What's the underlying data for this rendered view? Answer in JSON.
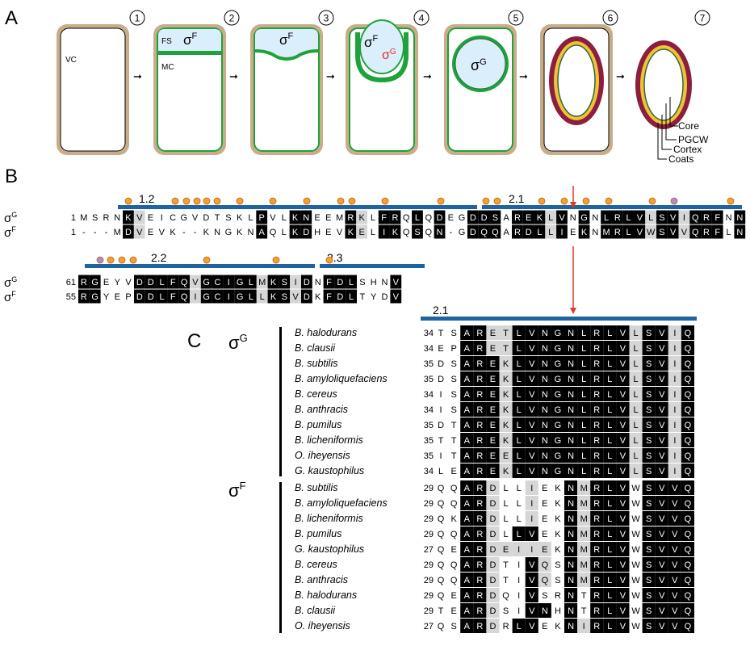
{
  "panel_labels": {
    "a": "A",
    "b": "B",
    "c": "C"
  },
  "panel_a": {
    "step_numbers": [
      "1",
      "2",
      "3",
      "4",
      "5",
      "6",
      "7"
    ],
    "labels": {
      "vc": "VC",
      "fs": "FS",
      "mc": "MC",
      "sigma": "σ",
      "sup_f": "F",
      "sup_g": "G",
      "core": "Core",
      "pgcw": "PGCW",
      "cortex": "Cortex",
      "coats": "Coats"
    },
    "arrow_glyph": "➞",
    "colors": {
      "wall": "#c9ad8a",
      "membrane": "#1fa23c",
      "forespore": "#dbeefb",
      "cortex": "#f2c234",
      "coat": "#8a1f40"
    }
  },
  "panel_b": {
    "region_labels": {
      "r12": "1.2",
      "r21": "2.1",
      "r22": "2.2",
      "r23": "2.3"
    },
    "row_labels": {
      "sigma": "σ",
      "g": "G",
      "f": "F"
    },
    "block1": {
      "rows": [
        {
          "num": "1",
          "seq": "MSRNKVEICGVDTSKLPVLKNEEMRKLFRQLQDEGDDSAREKLVNGNLRLVLSVIQRFNN"
        },
        {
          "num": "1",
          "seq": "---MDVEVK--KNGKNAQLKDHEVKELIKQSQN-GDQQARDLLIEKNMRLVWSVVQRFLN"
        }
      ],
      "shade": [
        "....bg..........b..bb...bg.bb.b.b..bbb.bbbgb.b.bbbbgbbgbbb.b",
        "....bg..........b..bb...bg.bb.b.b..bbb.bbbgb.b.bbbbgbbgbbb.b"
      ]
    },
    "block2": {
      "rows": [
        {
          "num": "61",
          "seq": "RGEYVDDLFQVGCIGLMKSIDNFDLSHNV"
        },
        {
          "num": "55",
          "seq": "RGYEPDDLFQIGCIGLLKSVDKFDLTYDV"
        }
      ],
      "shade": [
        "bb...bbbbbgbbbbbgbbgb.bbb...b",
        "bb...bbbbbgbbbbbgbbgb.bbb...b"
      ]
    },
    "colors": {
      "bar": "#1e64a0",
      "dot": "#f2a22c",
      "dot_alt": "#a78fc6",
      "arrow": "#dd3a2a",
      "black": "#000000",
      "gray": "#d6d6d6"
    }
  },
  "panel_c": {
    "region_label": "2.1",
    "group_g": {
      "sigma": "σ",
      "sup": "G",
      "rows": [
        {
          "species": "B. halodurans",
          "num": "34",
          "seq": "TSARETLVNGNLRLVLSVIQ",
          "shade": "..bbggbbbbbbbbbgbbgb"
        },
        {
          "species": "B. clausii",
          "num": "34",
          "seq": "EPARETLVNGNLRLVLSVIQ",
          "shade": "..bbggbbbbbbbbbgbbgb"
        },
        {
          "species": "B. subtilis",
          "num": "35",
          "seq": "DSAREKLVNGNLRLVLSVIQ",
          "shade": "..bbbgbbbbbbbbbgbbgb"
        },
        {
          "species": "B. amyloliquefaciens",
          "num": "35",
          "seq": "DSAREKLVNGNLRLVLSVIQ",
          "shade": "..bbbgbbbbbbbbbgbbgb"
        },
        {
          "species": "B. cereus",
          "num": "34",
          "seq": "ISAREKLVNGNLRLVLSVIQ",
          "shade": "..bbbgbbbbbbbbbgbbgb"
        },
        {
          "species": "B. anthracis",
          "num": "34",
          "seq": "ISAREKLVNGNLRLVLSVIQ",
          "shade": "..bbbgbbbbbbbbbgbbgb"
        },
        {
          "species": "B. pumilus",
          "num": "35",
          "seq": "DTAREKLVNGNLRLVLSVIQ",
          "shade": "..bbbgbbbbbbbbbgbbgb"
        },
        {
          "species": "B. licheniformis",
          "num": "35",
          "seq": "TTAREKLVNGNLRLVLSVIQ",
          "shade": "..bbbgbbbbbbbbbgbbgb"
        },
        {
          "species": "O. iheyensis",
          "num": "35",
          "seq": "ITAREELVNGNLRLVLSVIQ",
          "shade": "..bbbgbbbbbbbbbgbbgb"
        },
        {
          "species": "G. kaustophilus",
          "num": "34",
          "seq": "LEAREKLVNGNLRLVLSVIQ",
          "shade": "..bbbgbbbbbbbbbgbbgb"
        }
      ]
    },
    "group_f": {
      "sigma": "σ",
      "sup": "F",
      "rows": [
        {
          "species": "B. subtilis",
          "num": "29",
          "seq": "QQARDLLIEKNMRLVWSVVQ",
          "shade": "..bbg..g..bgbbb.bbbb"
        },
        {
          "species": "B. amyloliquefaciens",
          "num": "29",
          "seq": "QQARDLLIEKNMRLVWSVVQ",
          "shade": "..bbg..g..bgbbb.bbbb"
        },
        {
          "species": "B. licheniformis",
          "num": "29",
          "seq": "QKARDLLIEKNMRLVWSVVQ",
          "shade": "..bbg..g..bgbbb.bbbb"
        },
        {
          "species": "B. pumilus",
          "num": "29",
          "seq": "QQARDLLVEKNMRLVWSVVQ",
          "shade": "..bbg.bb..bgbbb.bbbb"
        },
        {
          "species": "G. kaustophilus",
          "num": "27",
          "seq": "QEARDEIIEKNMRLVWSVVQ",
          "shade": "..bbggggg.bgbbb.bbbb"
        },
        {
          "species": "B. cereus",
          "num": "29",
          "seq": "QQARDTIVQSNMRLVWSVVQ",
          "shade": "..bbg..bg.bgbbb.bbbb"
        },
        {
          "species": "B. anthracis",
          "num": "29",
          "seq": "QQARDTIVQSNMRLVWSVVQ",
          "shade": "..bbg..bg.bgbbb.bbbb"
        },
        {
          "species": "B. halodurans",
          "num": "29",
          "seq": "QEARDQIVSRNTRLVWSVVQ",
          "shade": "..bbg..b..b.bbb.bbbb"
        },
        {
          "species": "B. clausii",
          "num": "29",
          "seq": "TEARDSIVNHNTRLVWSVVQ",
          "shade": "..bbg..bb.b.bbb.bbbb"
        },
        {
          "species": "O. iheyensis",
          "num": "27",
          "seq": "QSARDRLVEKNIRLVWSVVQ",
          "shade": "..bbg.bb..bgbbb.bbbb"
        }
      ]
    }
  }
}
